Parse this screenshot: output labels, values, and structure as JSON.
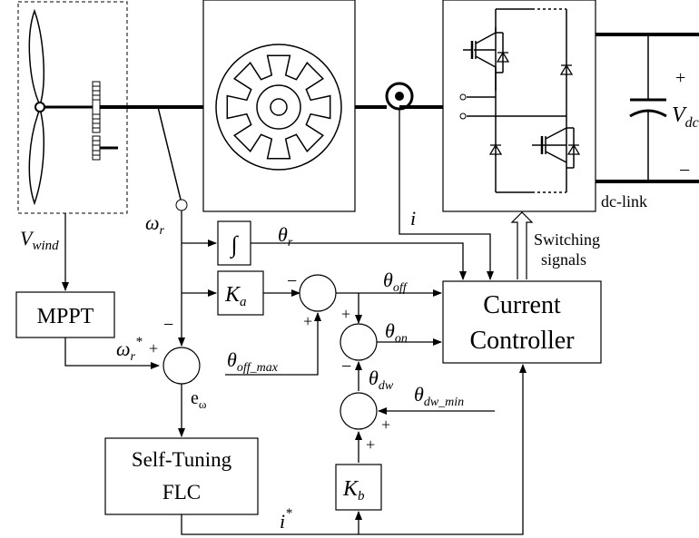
{
  "blocks": {
    "mppt": "MPPT",
    "flc_line1": "Self-Tuning",
    "flc_line2": "FLC",
    "current_ctrl_line1": "Current",
    "current_ctrl_line2": "Controller",
    "integrator": "∫",
    "ka_base": "K",
    "ka_sub": "a",
    "kb_base": "K",
    "kb_sub": "b"
  },
  "signals": {
    "v_wind_base": "V",
    "v_wind_sub": "wind",
    "omega_r_base": "ω",
    "omega_r_sub": "r",
    "omega_ref_base": "ω",
    "omega_ref_sub": "r",
    "omega_ref_sup": "*",
    "theta_r_base": "θ",
    "theta_r_sub": "r",
    "theta_off_base": "θ",
    "theta_off_sub": "off",
    "theta_on_base": "θ",
    "theta_on_sub": "on",
    "theta_off_max_base": "θ",
    "theta_off_max_sub": "off_max",
    "theta_dw_base": "θ",
    "theta_dw_sub": "dw",
    "theta_dw_min_base": "θ",
    "theta_dw_min_sub": "dw_min",
    "e_omega_base": "e",
    "e_omega_sub": "ω",
    "i_meas": "i",
    "i_ref_base": "i",
    "i_ref_sup": "*",
    "switching_line1": "Switching",
    "switching_line2": "signals",
    "dc_link": "dc-link",
    "vdc_base": "V",
    "vdc_sub": "dc",
    "plus": "+",
    "minus": "−"
  }
}
